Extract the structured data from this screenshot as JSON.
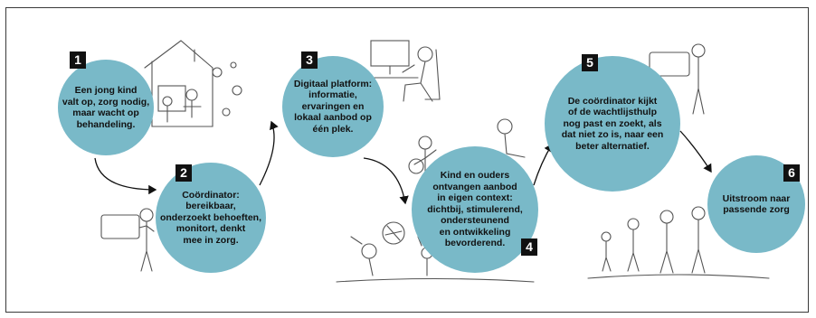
{
  "steps": [
    {
      "number": "1",
      "text": "Een jong kind\nvalt op, zorg nodig,\nmaar wacht op\nbehandeling."
    },
    {
      "number": "2",
      "text": "Coördinator:\nbereikbaar,\nonderzoekt behoeften,\nmonitort, denkt\nmee in zorg."
    },
    {
      "number": "3",
      "text": "Digitaal platform:\ninformatie,\nervaringen en\nlokaal aanbod op\néén plek."
    },
    {
      "number": "4",
      "text": "Kind en ouders\nontvangen aanbod\nin eigen context:\ndichtbij, stimulerend,\nondersteunend\nen ontwikkeling\nbevorderend."
    },
    {
      "number": "5",
      "text": "De coördinator kijkt\nof de wachtlijsthulp\nnog past en zoekt, als\ndat niet zo is, naar een\nbeter alternatief."
    },
    {
      "number": "6",
      "text": "Uitstroom naar\npassende zorg"
    }
  ],
  "colors": {
    "circle": "#79b9c8",
    "badge": "#111111",
    "sketch": "#555555"
  }
}
